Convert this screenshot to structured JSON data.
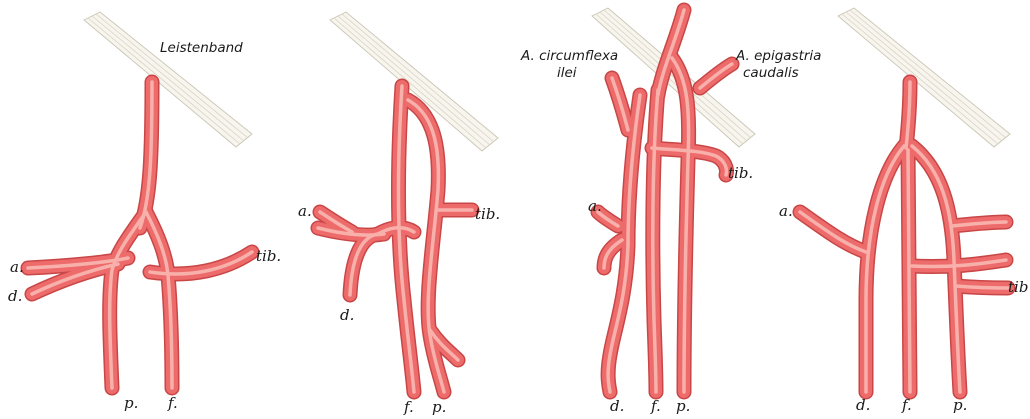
{
  "figures": [
    {
      "ligament_label": "Leistenband",
      "labels": {
        "a": "a.",
        "d": "d.",
        "tib": "tib.",
        "p": "p.",
        "f": "f."
      }
    },
    {
      "labels": {
        "a": "a.",
        "d": "d.",
        "tib": "tib.",
        "f": "f.",
        "p": "p."
      }
    },
    {
      "circumflex_label_1": "A. circumflexa",
      "circumflex_label_2": "ilei",
      "epigastria_label_1": "A. epigastria",
      "epigastria_label_2": "caudalis",
      "labels": {
        "a": "a.",
        "tib": "tib.",
        "d": "d.",
        "f": "f.",
        "p": "p."
      }
    },
    {
      "labels": {
        "a": "a.",
        "tib": "tib",
        "d": "d.",
        "f": "f.",
        "p": "p."
      }
    }
  ],
  "colors": {
    "artery": "#ee6b6b",
    "artery_highlight": "#f8b0ab",
    "artery_edge": "#c94646",
    "ligament": "#f7f5ee"
  }
}
